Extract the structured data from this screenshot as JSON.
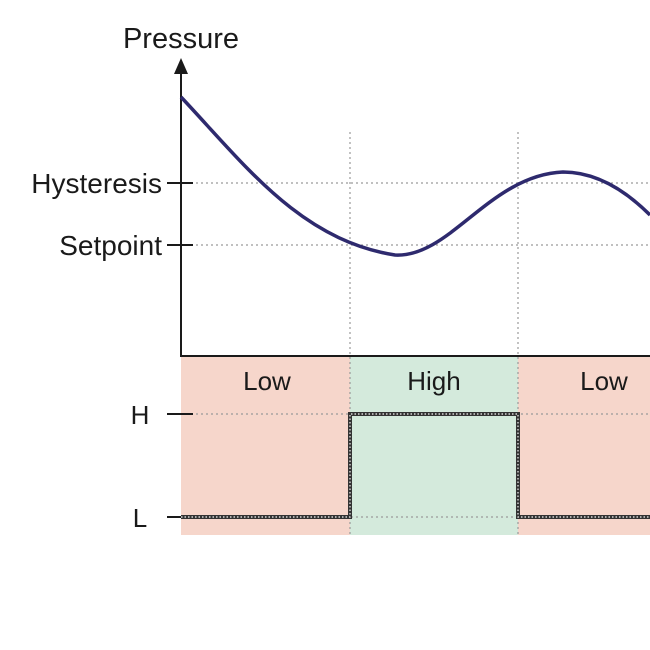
{
  "axis": {
    "y_title": "Pressure"
  },
  "thresholds": {
    "hysteresis_label": "Hysteresis",
    "setpoint_label": "Setpoint"
  },
  "zones": [
    {
      "label": "Low",
      "state": "low"
    },
    {
      "label": "High",
      "state": "high"
    },
    {
      "label": "Low",
      "state": "low"
    }
  ],
  "output_levels": {
    "high_label": "H",
    "low_label": "L"
  },
  "colors": {
    "curve": "#2e2a6e",
    "low_zone": "#f6d6cb",
    "high_zone": "#d4eadc",
    "axis": "#1a1a1a",
    "grid": "#9a9a9a",
    "signal": "#333333"
  }
}
